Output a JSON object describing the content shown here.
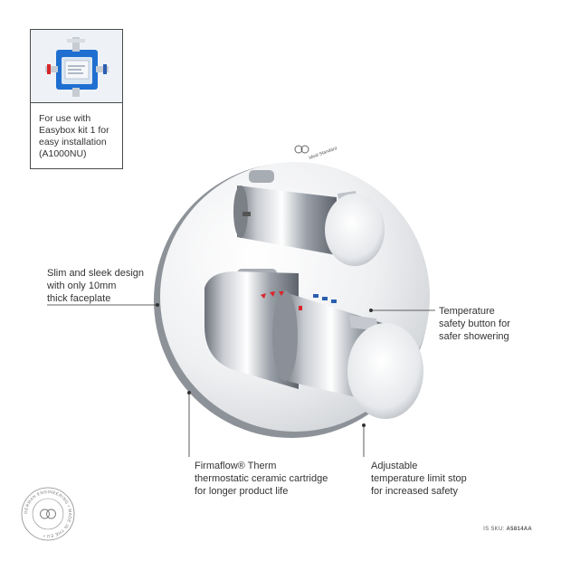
{
  "inset": {
    "caption_lines": [
      "For use with",
      "Easybox kit 1 for",
      "easy installation",
      "(A1000NU)"
    ]
  },
  "brand": {
    "name": "Ideal Standard"
  },
  "callouts": {
    "faceplate": [
      "Slim and sleek design",
      "with only 10mm",
      "thick faceplate"
    ],
    "safety_button": [
      "Temperature",
      "safety button for",
      "safer showering"
    ],
    "cartridge": [
      "Firmaflow® Therm",
      "thermostatic ceramic cartridge",
      "for longer product life"
    ],
    "limit_stop": [
      "Adjustable",
      "temperature limit stop",
      "for increased safety"
    ]
  },
  "badge": {
    "text": "GERMAN ENGINEERING • MADE IN THE EU •"
  },
  "sku": {
    "prefix": "IS SKU:",
    "code": "A5814AA"
  },
  "colors": {
    "chrome_light": "#f4f5f7",
    "chrome_dark": "#7d828a",
    "accent_red": "#d9262b",
    "accent_blue": "#2a5fb0",
    "box_blue": "#1f6fd1",
    "text": "#333333"
  }
}
